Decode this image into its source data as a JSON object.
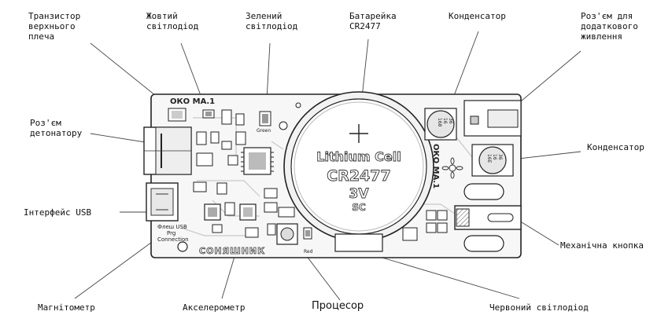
{
  "labels": {
    "transistor": "Транзистор\nверхнього\nплеча",
    "yellow_led": "Жовтий\nсвітлодіод",
    "green_led": "Зелений\nсвітлодіод",
    "battery": "Батарейка\nCR2477",
    "capacitor_top": "Конденсатор",
    "aux_power": "Роз'єм для\nдодаткового\nживлення",
    "detonator": "Роз'єм\nдетонатору",
    "capacitor_right": "Конденсатор",
    "usb": "Інтерфейс USB",
    "button": "Механічна кнопка",
    "magnetometer": "Магнітометр",
    "accelerometer": "Акселерометр",
    "processor": "Процесор",
    "red_led": "Червоний світлодіод"
  },
  "board": {
    "title": "ОКО МА.1",
    "side_title": "ОКО МА.1",
    "brand": "СОНЯШНИК",
    "battery_text": [
      "Lithium Cell",
      "CR2477",
      "3V",
      "SC"
    ],
    "silk_usb": [
      "Флеш USB",
      "Prg",
      "Connection"
    ],
    "silk_green": "Green",
    "silk_red": "Red",
    "cap_top_text": [
      "36",
      "16",
      "168"
    ],
    "cap_right_text": [
      "36",
      "16",
      "16E"
    ]
  }
}
